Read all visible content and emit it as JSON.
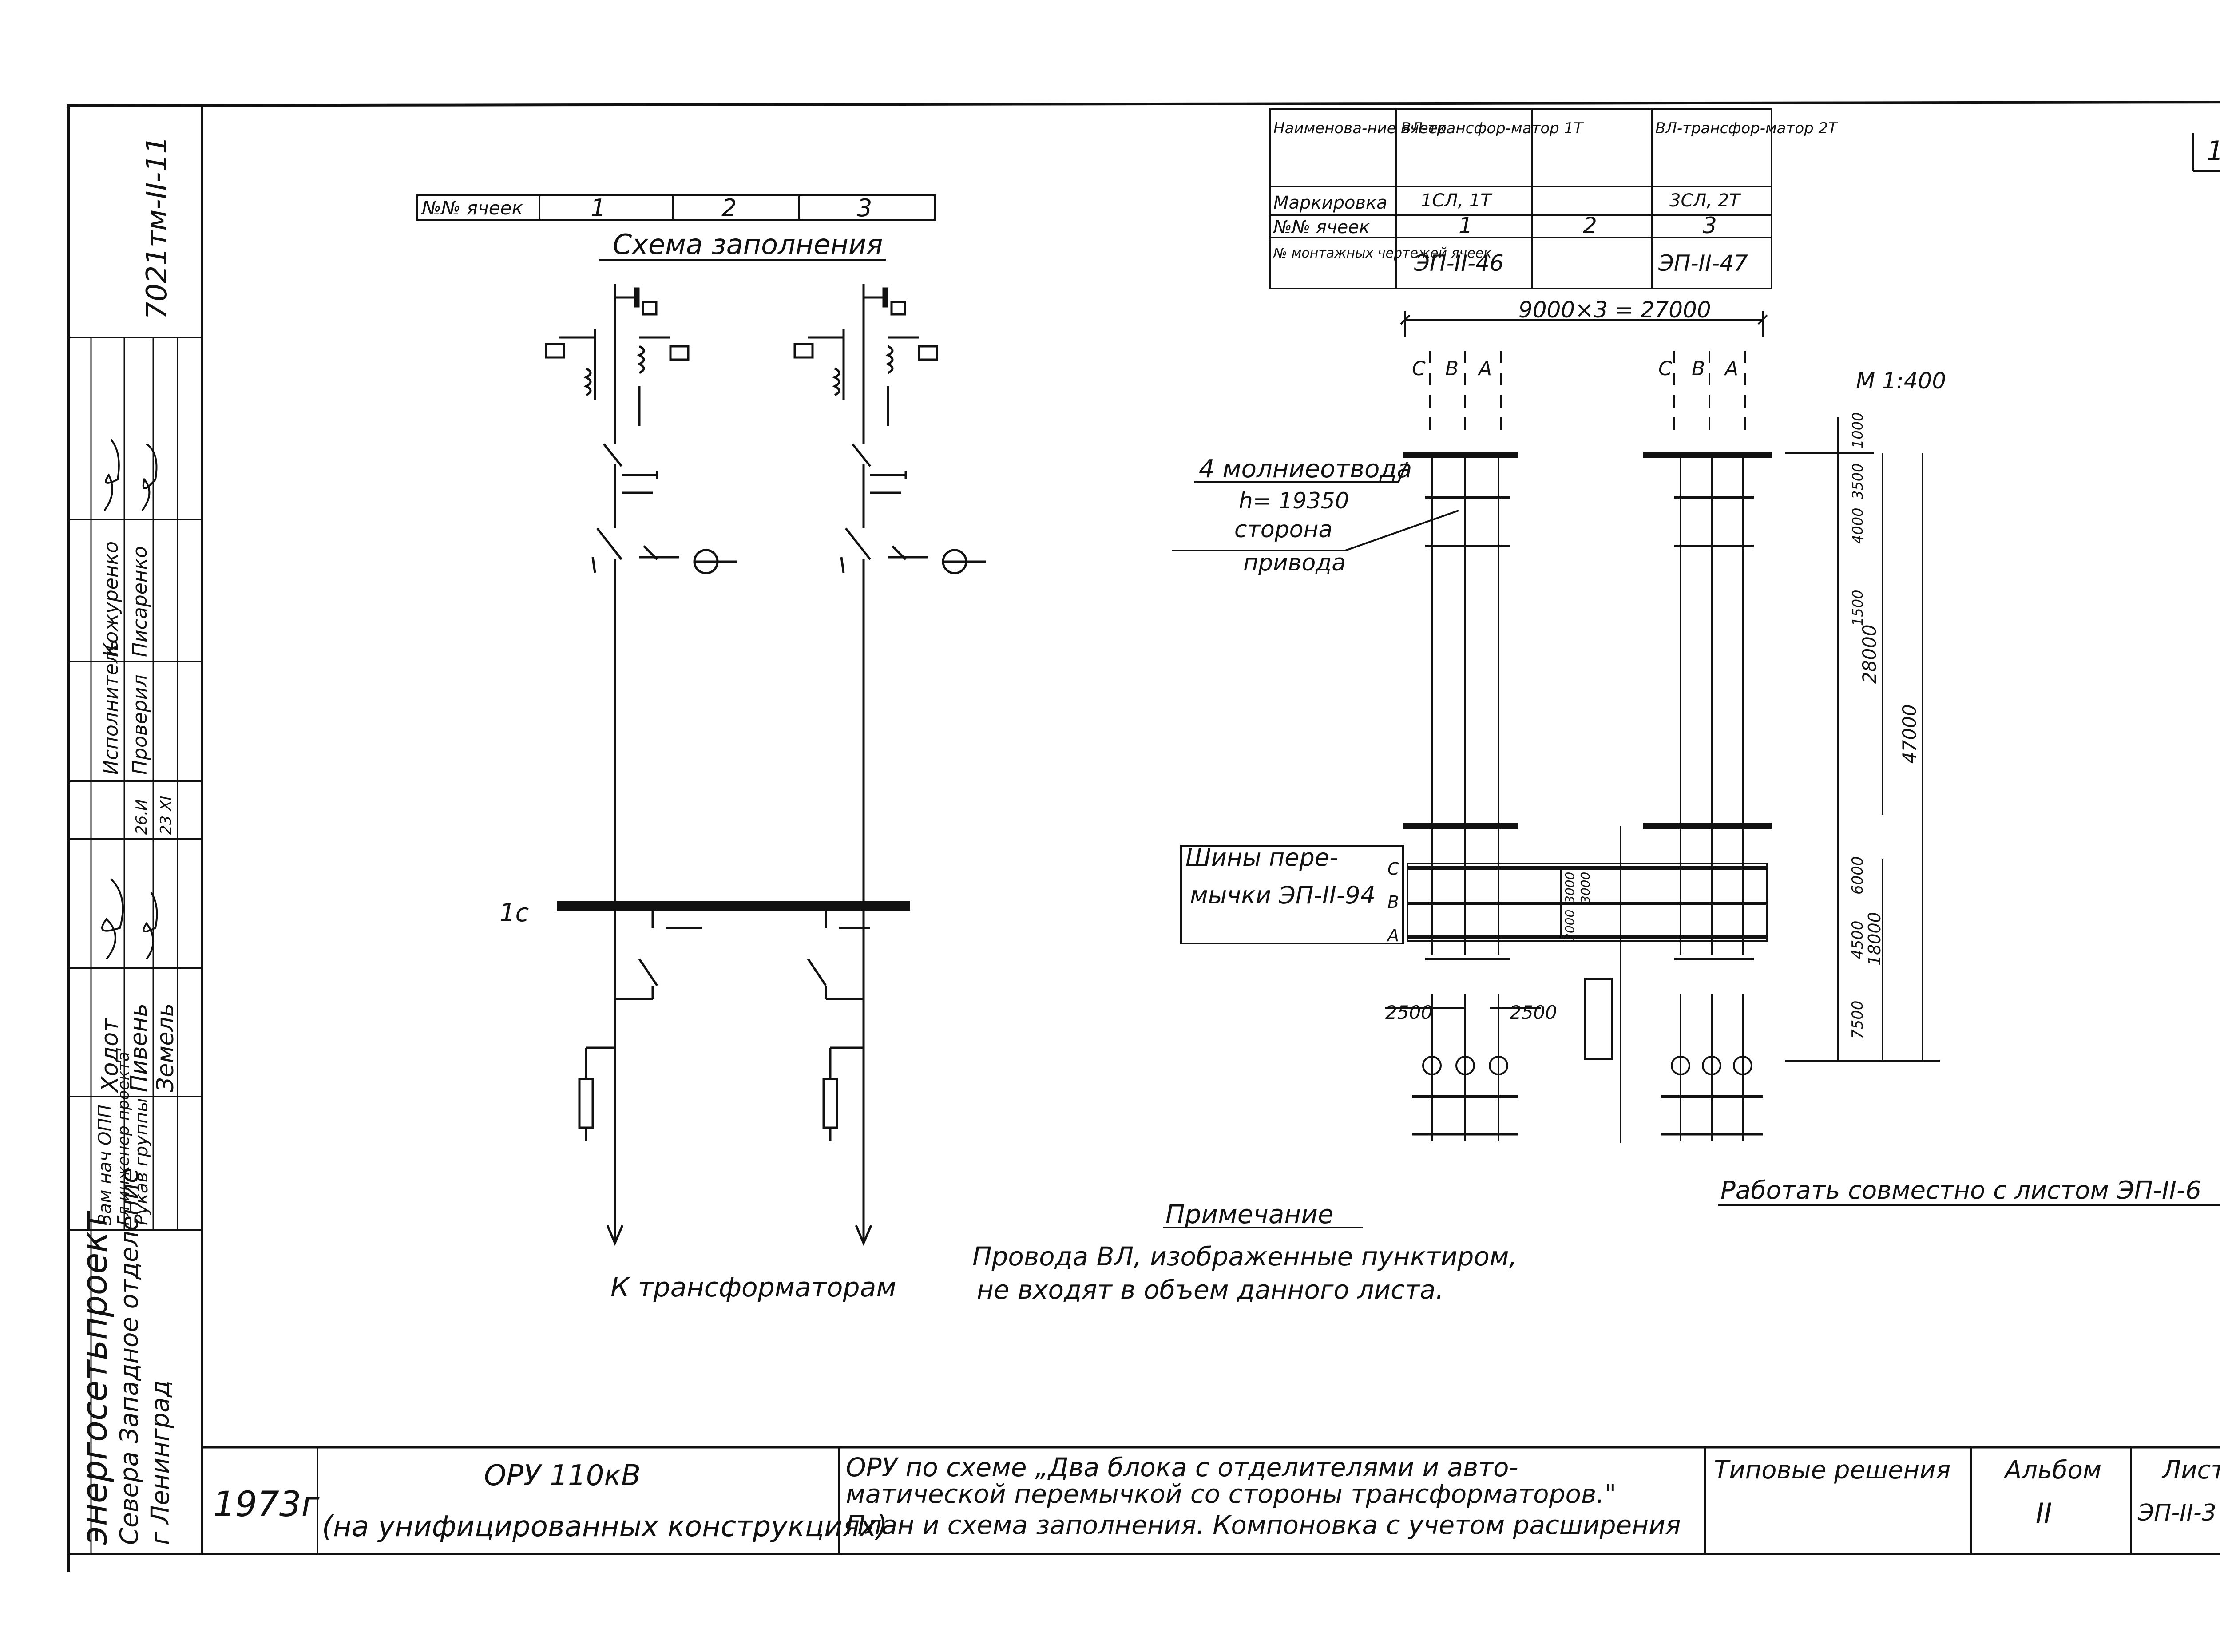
{
  "side_stamp": {
    "doc_code": "7021тм-II-11",
    "org_name": "энергосетьпроект",
    "org_dept": "Севера Западное отделение",
    "org_city": "г Ленинград",
    "roles": [
      "Зам нач ОПП",
      "Гл инженер проекта",
      "Рукав группы",
      "Исполнитель",
      "Проверил"
    ],
    "names": [
      "Ходот",
      "Пивень",
      "Земель",
      "Кожуренко",
      "Писаренко"
    ],
    "dates": [
      "26.И",
      "23 XI"
    ]
  },
  "cell_row": {
    "header": "№№ ячеек",
    "cells": [
      "1",
      "2",
      "3"
    ]
  },
  "schema_title": "Схема заполнения",
  "bus_label": "1с",
  "to_transformers": "К трансформаторам",
  "legend_table": {
    "rows": [
      {
        "label": "Наименова-ние ячеек",
        "c1": "ВЛ-трансфор-матор 1Т",
        "c2": "",
        "c3": "ВЛ-трансфор-матор 2Т"
      },
      {
        "label": "Маркировка",
        "c1": "1СЛ, 1Т",
        "c2": "",
        "c3": "3СЛ, 2Т"
      },
      {
        "label": "№№ ячеек",
        "c1": "1",
        "c2": "2",
        "c3": "3"
      },
      {
        "label": "№ монтажных чертежей ячеек",
        "c1": "ЭП-II-46",
        "c2": "",
        "c3": "ЭП-II-47"
      }
    ]
  },
  "plan": {
    "overall_dim": "9000×3 = 27000",
    "scale": "М 1:400",
    "phases": [
      "С",
      "В",
      "А"
    ],
    "lightning": "4 молниеотвода",
    "lightning_h": "h= 19350",
    "drive_side_1": "сторона",
    "drive_side_2": "привода",
    "jumper_1": "Шины пере-",
    "jumper_2": "мычки ЭП-II-94",
    "dims_right": [
      "1000",
      "3500",
      "4000",
      "1500",
      "28000",
      "47000",
      "6000",
      "4500",
      "18000",
      "7500"
    ],
    "dims_jumper": [
      "3000",
      "3000",
      "3000"
    ],
    "dim_left": "2500",
    "dim_mid": "2500"
  },
  "work_together": "Работать совместно с листом ЭП-II-6",
  "note": {
    "title": "Примечание",
    "line1": "Провода ВЛ, изображенные пунктиром,",
    "line2": "не входят в объем данного листа."
  },
  "title_block": {
    "year": "1973г",
    "object_1": "ОРУ 110кВ",
    "object_2": "(на унифицированных конструкциях)",
    "desc_1": "ОРУ по схеме „Два блока с отделителями и авто-",
    "desc_2": "матической перемычкой со стороны трансформаторов.\"",
    "desc_3": "План и схема заполнения. Компоновка с учетом расширения",
    "series": "Типовые решения",
    "album_label": "Альбом",
    "album_value": "II",
    "sheet_label": "Лист",
    "sheet_value": "ЭП-II-3"
  },
  "corner_mark": "1"
}
